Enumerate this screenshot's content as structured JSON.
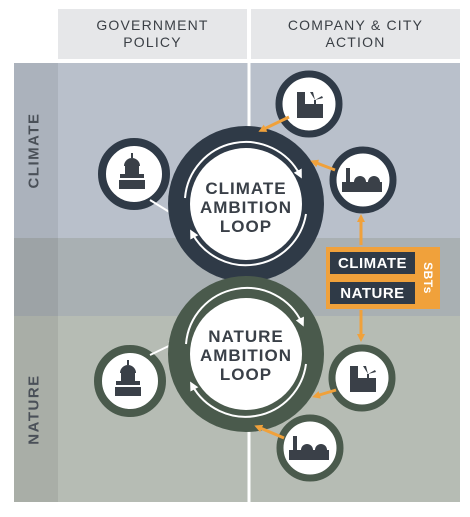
{
  "headers": {
    "col1": [
      "GOVERNMENT",
      "POLICY"
    ],
    "col2": [
      "COMPANY & CITY",
      "ACTION"
    ]
  },
  "rows": {
    "climate": "CLIMATE",
    "nature": "NATURE"
  },
  "loops": {
    "climate": [
      "CLIMATE",
      "AMBITION",
      "LOOP"
    ],
    "nature": [
      "NATURE",
      "AMBITION",
      "LOOP"
    ]
  },
  "sbts": {
    "climate": "CLIMATE",
    "nature": "NATURE",
    "tag": "SBTs"
  },
  "icons": {
    "climate_government": "capitol-building-icon",
    "climate_company_top": "factory-wind-turbine-icon",
    "climate_company_mid": "industrial-plant-icon",
    "nature_government": "capitol-building-icon",
    "nature_company_mid": "factory-wind-turbine-icon",
    "nature_company_bottom": "industrial-plant-icon"
  },
  "colors": {
    "header_bg": "#e6e7e9",
    "climate_band": "#b9c0cb",
    "nature_band": "#b6bcb4",
    "climate_dark": "#2f3a47",
    "nature_dark": "#4a5a4c",
    "arrow_orange": "#f0a13b",
    "icon_dark": "#3a4048"
  }
}
